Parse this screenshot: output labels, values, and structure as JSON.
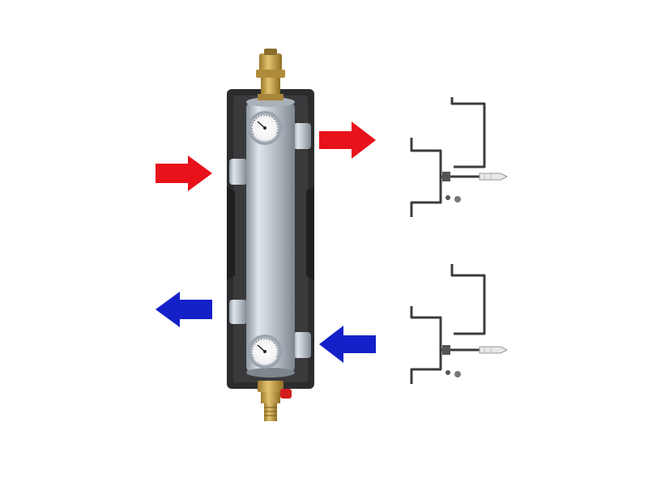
{
  "colors": {
    "hot": "#e8121b",
    "cold": "#1420c8",
    "insulation": "#2f2f31",
    "steel": "#b8c0c8",
    "brass": "#c9a24a",
    "valve_handle": "#d21d1d",
    "bracket": "#3c3c3c",
    "background": "#ffffff"
  },
  "elements": {
    "separator": "hydraulic-separator",
    "gauges": [
      "top-thermometer",
      "bottom-thermometer"
    ],
    "arrows": [
      {
        "id": "inlet-hot",
        "color": "hot",
        "direction": "right"
      },
      {
        "id": "outlet-hot",
        "color": "hot",
        "direction": "right"
      },
      {
        "id": "outlet-cold",
        "color": "cold",
        "direction": "left"
      },
      {
        "id": "inlet-cold",
        "color": "cold",
        "direction": "left"
      }
    ],
    "brackets": [
      "wall-bracket-top",
      "wall-bracket-bottom"
    ]
  }
}
